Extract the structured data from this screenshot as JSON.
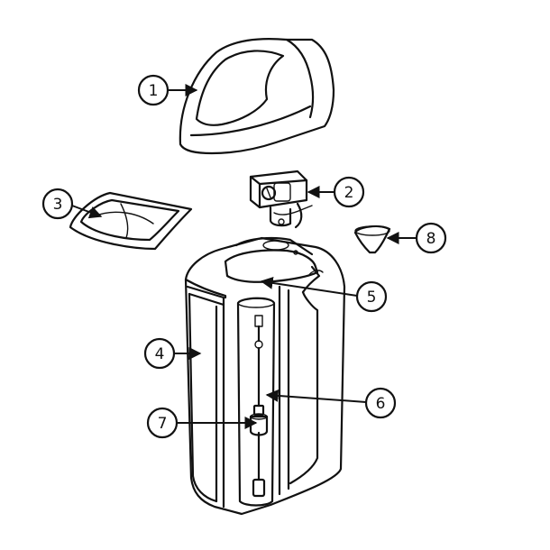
{
  "callouts": [
    {
      "id": "1",
      "label": "1"
    },
    {
      "id": "2",
      "label": "2"
    },
    {
      "id": "3",
      "label": "3"
    },
    {
      "id": "4",
      "label": "4"
    },
    {
      "id": "5",
      "label": "5"
    },
    {
      "id": "6",
      "label": "6"
    },
    {
      "id": "7",
      "label": "7"
    },
    {
      "id": "8",
      "label": "8"
    }
  ],
  "colors": {
    "stroke": "#111111",
    "background": "#ffffff"
  }
}
